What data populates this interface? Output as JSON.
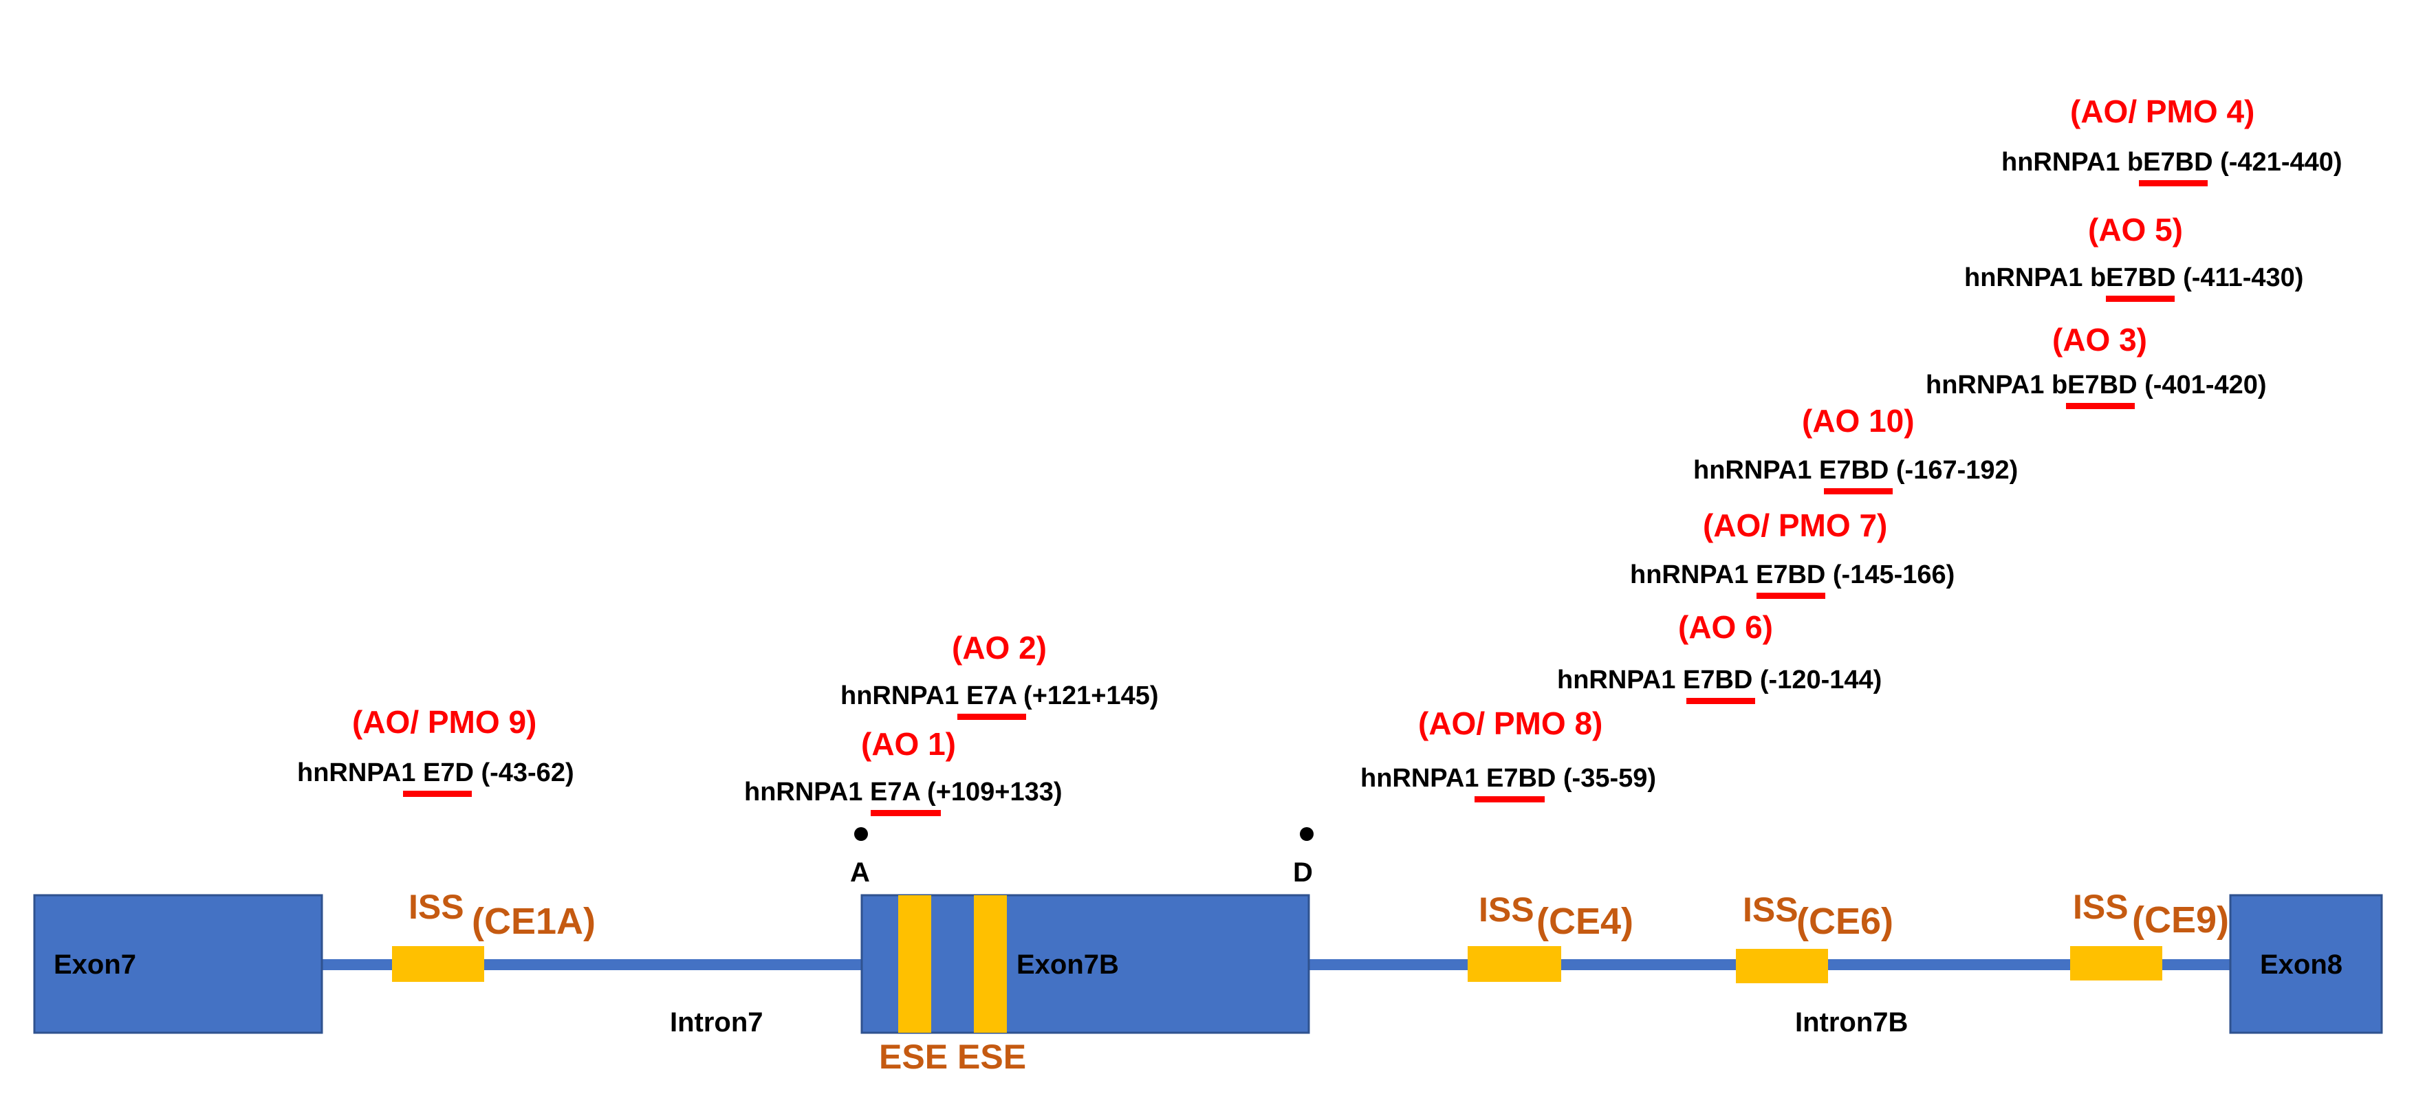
{
  "colors": {
    "exon": "#4472C4",
    "exon_border": "#2F528F",
    "intron": "#4472C4",
    "element": "#FFC000",
    "element_text": "#C55A11",
    "ao_label": "#FF0000",
    "target_text": "#000000"
  },
  "exons": [
    {
      "id": "exon7",
      "label": "Exon7"
    },
    {
      "id": "exon7b",
      "label": "Exon7B"
    },
    {
      "id": "exon8",
      "label": "Exon8"
    }
  ],
  "introns": [
    {
      "id": "intron7",
      "label": "Intron7"
    },
    {
      "id": "intron7b",
      "label": "Intron7B"
    }
  ],
  "iss_elements": [
    {
      "id": "ce1a",
      "iss": "ISS",
      "code": "(CE1A)"
    },
    {
      "id": "ce4",
      "iss": "ISS",
      "code": "(CE4)"
    },
    {
      "id": "ce6",
      "iss": "ISS",
      "code": "(CE6)"
    },
    {
      "id": "ce9",
      "iss": "ISS",
      "code": "(CE9)"
    }
  ],
  "ese_elements": [
    {
      "id": "ese1",
      "label": "ESE"
    },
    {
      "id": "ese2",
      "label": "ESE"
    }
  ],
  "splice_sites": [
    {
      "id": "acceptor",
      "label": "A"
    },
    {
      "id": "donor",
      "label": "D"
    }
  ],
  "oligos": [
    {
      "id": "ao9",
      "name": "(AO/ PMO 9)",
      "prefix": "hnRNPA1",
      "target": "E7D",
      "range": "(-43-62)"
    },
    {
      "id": "ao1",
      "name": "(AO 1)",
      "prefix": "hnRNPA1",
      "target": "E7A",
      "range": "(+109+133)"
    },
    {
      "id": "ao2",
      "name": "(AO 2)",
      "prefix": "hnRNPA1",
      "target": "E7A",
      "range": "(+121+145)"
    },
    {
      "id": "ao8",
      "name": "(AO/ PMO 8)",
      "prefix": "hnRNPA1",
      "target": "E7BD",
      "range": "(-35-59)"
    },
    {
      "id": "ao6",
      "name": "(AO 6)",
      "prefix": "hnRNPA1",
      "target": "E7BD",
      "range": "(-120-144)"
    },
    {
      "id": "ao7",
      "name": "(AO/ PMO 7)",
      "prefix": "hnRNPA1",
      "target": "E7BD",
      "range": "(-145-166)"
    },
    {
      "id": "ao10",
      "name": "(AO 10)",
      "prefix": "hnRNPA1",
      "target": "E7BD",
      "range": "(-167-192)"
    },
    {
      "id": "ao3",
      "name": "(AO 3)",
      "prefix": "hnRNPA1",
      "target": "bE7BD",
      "range": "(-401-420)"
    },
    {
      "id": "ao5",
      "name": "(AO 5)",
      "prefix": "hnRNPA1",
      "target": "bE7BD",
      "range": "(-411-430)"
    },
    {
      "id": "ao4",
      "name": "(AO/ PMO 4)",
      "prefix": "hnRNPA1",
      "target": "bE7BD",
      "range": "(-421-440)"
    }
  ]
}
